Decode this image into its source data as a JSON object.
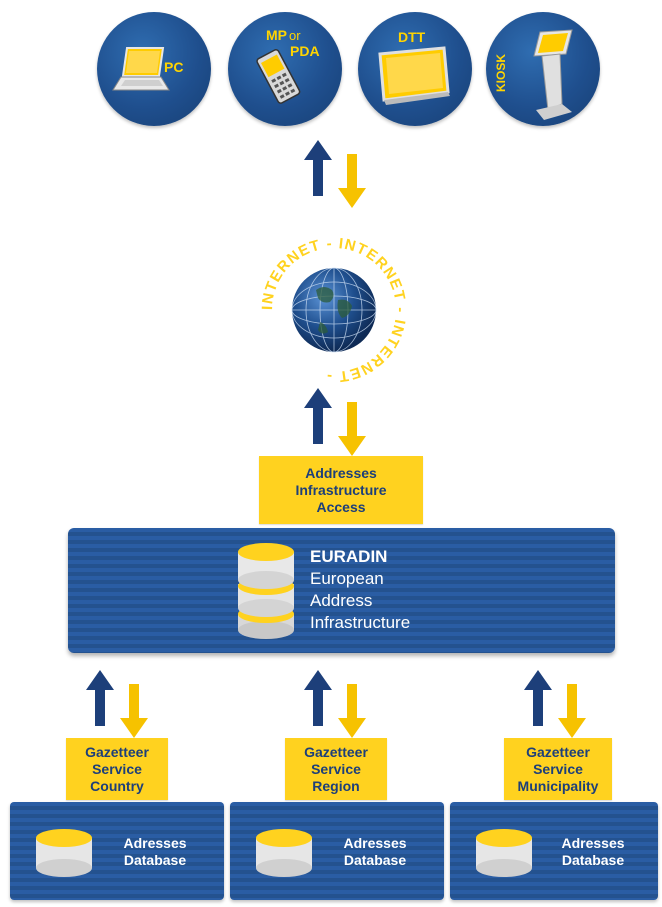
{
  "devices": {
    "pc": "PC",
    "mp_main": "MP",
    "mp_or": "or",
    "mp_pda": "PDA",
    "dtt": "DTT",
    "kiosk": "KIOSK"
  },
  "globe": {
    "ring_text": "INTERNET - INTERNET - INTERNET - "
  },
  "access_box": [
    "Addresses",
    "Infrastructure",
    "Access"
  ],
  "euradin": {
    "title": "EURADIN",
    "lines": [
      "European",
      "Address",
      "Infrastructure"
    ]
  },
  "gazetteers": [
    [
      "Gazetteer",
      "Service",
      "Country"
    ],
    [
      "Gazetteer",
      "Service",
      "Region"
    ],
    [
      "Gazetteer",
      "Service",
      "Municipality"
    ]
  ],
  "databases": [
    [
      "Adresses",
      "Database"
    ],
    [
      "Adresses",
      "Database"
    ],
    [
      "Adresses",
      "Database"
    ]
  ],
  "colors": {
    "navy": "#1d3f7a",
    "yellow": "#ffd21f",
    "panel_blue": "#2a5da4"
  }
}
